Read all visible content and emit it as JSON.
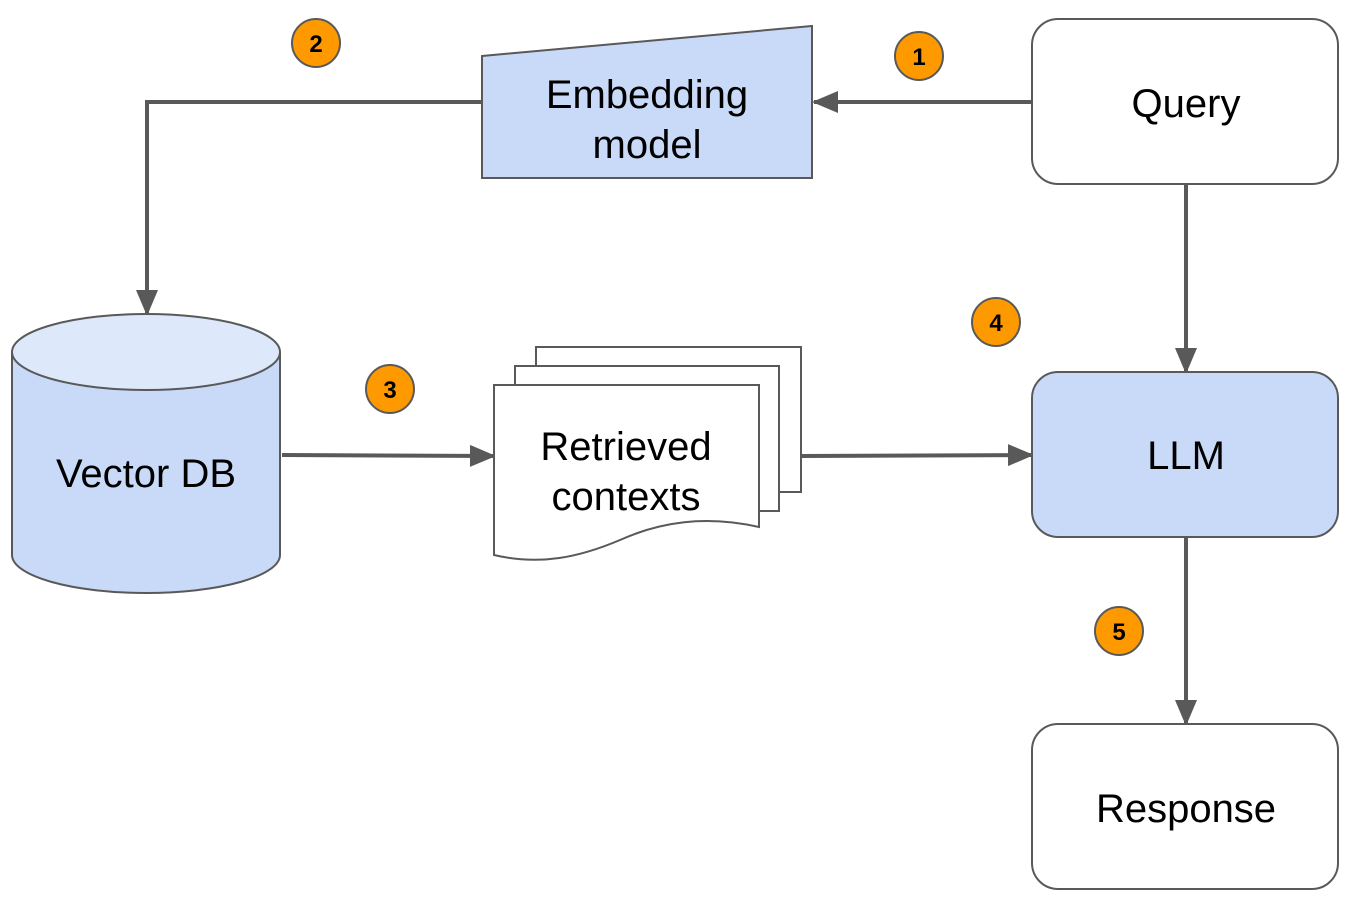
{
  "colors": {
    "accent_fill": "#c9daf8",
    "accent_fill_top": "#dde8fb",
    "node_stroke": "#595959",
    "arrow": "#595959",
    "step_badge": "#ff9900",
    "white": "#ffffff"
  },
  "nodes": {
    "query": {
      "label": "Query"
    },
    "embedding_model": {
      "line1": "Embedding",
      "line2": "model"
    },
    "vector_db": {
      "label": "Vector DB"
    },
    "retrieved_contexts": {
      "line1": "Retrieved",
      "line2": "contexts"
    },
    "llm": {
      "label": "LLM"
    },
    "response": {
      "label": "Response"
    }
  },
  "steps": {
    "s1": "1",
    "s2": "2",
    "s3": "3",
    "s4": "4",
    "s5": "5"
  }
}
